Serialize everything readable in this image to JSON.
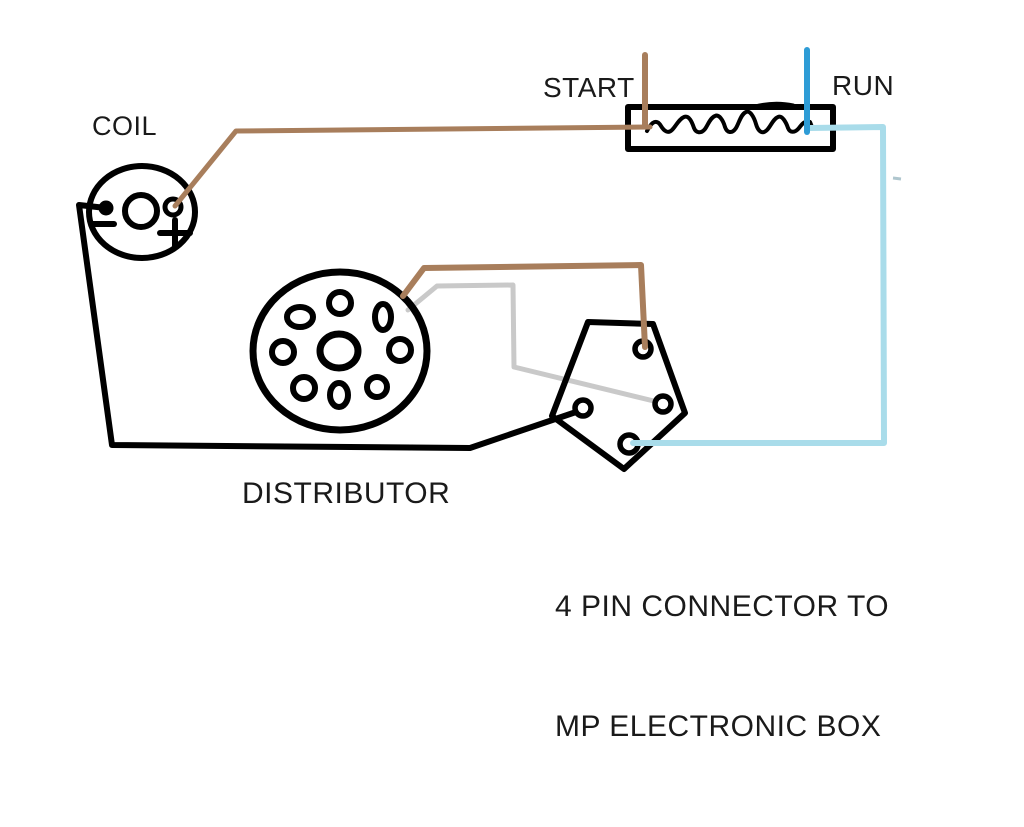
{
  "labels": {
    "coil": "COIL",
    "start": "START",
    "run": "RUN",
    "distributor": "DISTRIBUTOR",
    "connector_line1": "4 PIN CONNECTOR TO",
    "connector_line2": "MP ELECTRONIC BOX"
  },
  "colors": {
    "background": "#FFFFFF",
    "black": "#000000",
    "brown": "#A87E5C",
    "run_blue": "#2E9CD6",
    "light_blue": "#A9DCEA",
    "gray": "#C9C9C9",
    "artifact_blue": "#AFC6CE"
  },
  "components": {
    "coil": {
      "label": "COIL",
      "negative_terminal": "−",
      "positive_terminal": "+"
    },
    "ballast_resistor": {
      "start_wire_label": "START",
      "run_wire_label": "RUN"
    },
    "distributor": {
      "label": "DISTRIBUTOR",
      "hole_count": 8
    },
    "connector": {
      "label_line1": "4 PIN CONNECTOR TO",
      "label_line2": "MP ELECTRONIC BOX",
      "pin_count": 4
    }
  }
}
